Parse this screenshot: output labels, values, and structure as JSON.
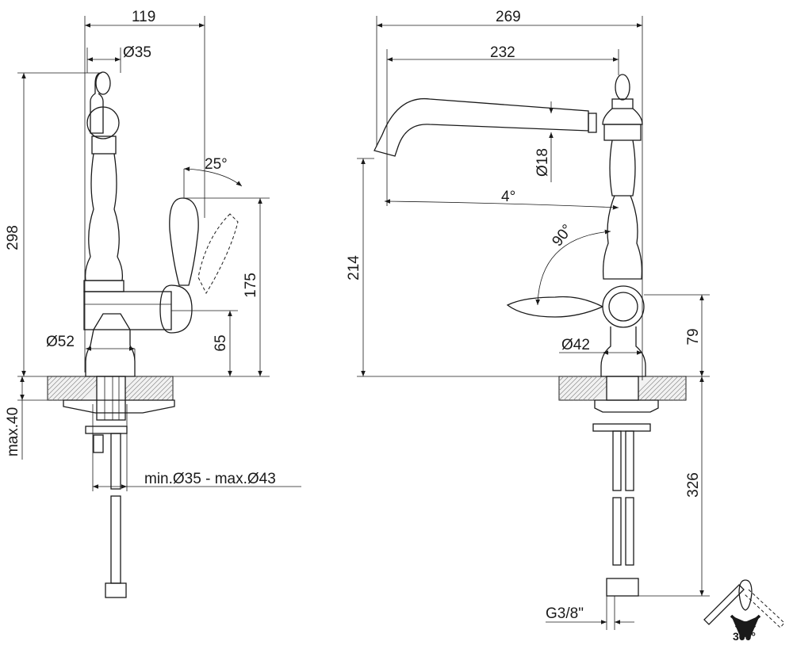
{
  "side_view": {
    "width_total": "119",
    "top_diameter": "Ø35",
    "handle_angle": "25°",
    "height_total": "298",
    "handle_height": "175",
    "body_height": "65",
    "base_diameter": "Ø52",
    "max_thickness": "max.40",
    "hole_diameter": "min.Ø35 - max.Ø43"
  },
  "front_view": {
    "width_total": "269",
    "spout_reach": "232",
    "spout_diameter": "Ø18",
    "spout_angle": "4°",
    "spout_height": "214",
    "handle_rotation": "90°",
    "body_diameter": "Ø42",
    "handle_axis_height": "79",
    "hose_length": "326",
    "connection": "G3/8\"",
    "swivel": "360°"
  }
}
